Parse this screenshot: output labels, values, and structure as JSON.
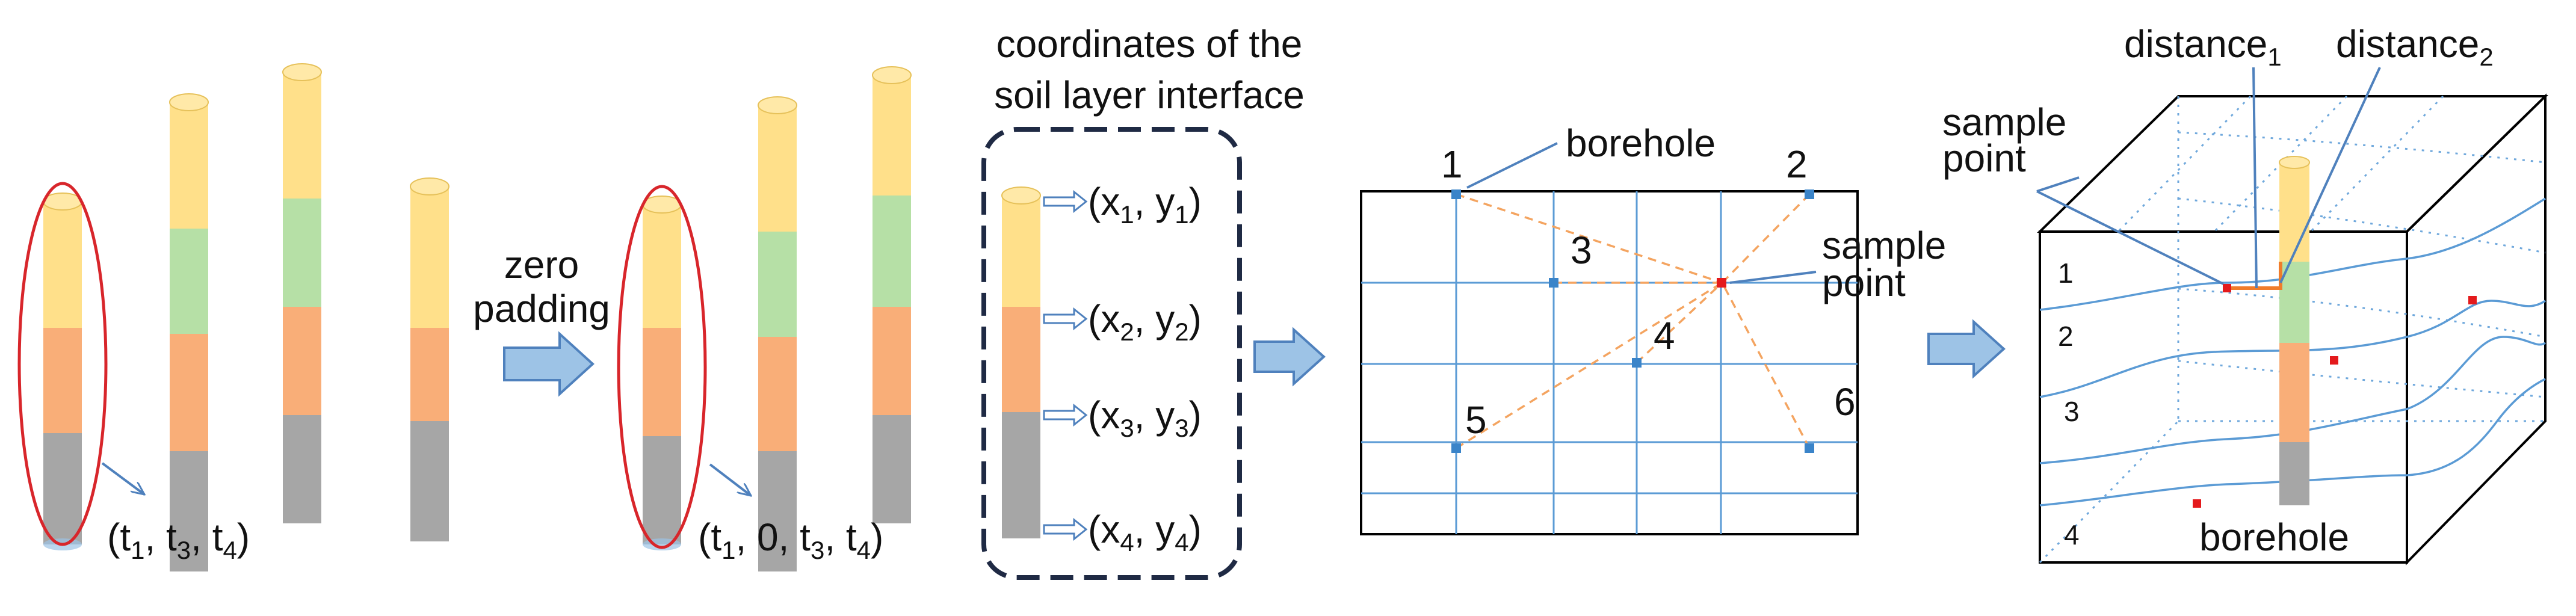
{
  "colors": {
    "yellow": "#FFE08A",
    "green": "#B6E0A6",
    "orange": "#F9AE78",
    "gray": "#A6A6A6",
    "red_outline": "#D8262B",
    "grid_blue": "#5B9BD5",
    "arrow_fill": "#9DC3E6",
    "arrow_stroke": "#4F81BD",
    "dash_orange": "#F4A460",
    "sample_red": "#E41A1C",
    "frame_navy": "#1F2A44"
  },
  "panel1": {
    "tuple_open": "(t",
    "tuple_s1": "1",
    "tuple_sep1": ", t",
    "tuple_s2": "3",
    "tuple_sep2": ", t",
    "tuple_s3": "4",
    "tuple_close": ")"
  },
  "arrow1": {
    "label_line1": "zero",
    "label_line2": "padding"
  },
  "panel2": {
    "tuple_open": "(t",
    "tuple_s1": "1",
    "tuple_mid": ", 0, t",
    "tuple_s2": "3",
    "tuple_sep": ", t",
    "tuple_s3": "4",
    "tuple_close": ")"
  },
  "coords": {
    "title_line1": "coordinates of the",
    "title_line2": "soil layer interface",
    "items": [
      {
        "x": "1",
        "y": "1"
      },
      {
        "x": "2",
        "y": "2"
      },
      {
        "x": "3",
        "y": "3"
      },
      {
        "x": "4",
        "y": "4"
      }
    ],
    "open": "(x",
    "mid": ", y",
    "close": ")"
  },
  "grid_panel": {
    "boreholes": [
      "1",
      "2",
      "3",
      "4",
      "5",
      "6"
    ],
    "borehole_label": "borehole",
    "sample_label_line1": "sample",
    "sample_label_line2": "point"
  },
  "cube_panel": {
    "distance_word": "distance",
    "distance1_sub": "1",
    "distance2_sub": "2",
    "sample_label_line1": "sample",
    "sample_label_line2": "point",
    "layers": [
      "1",
      "2",
      "3",
      "4"
    ],
    "borehole_label": "borehole"
  }
}
